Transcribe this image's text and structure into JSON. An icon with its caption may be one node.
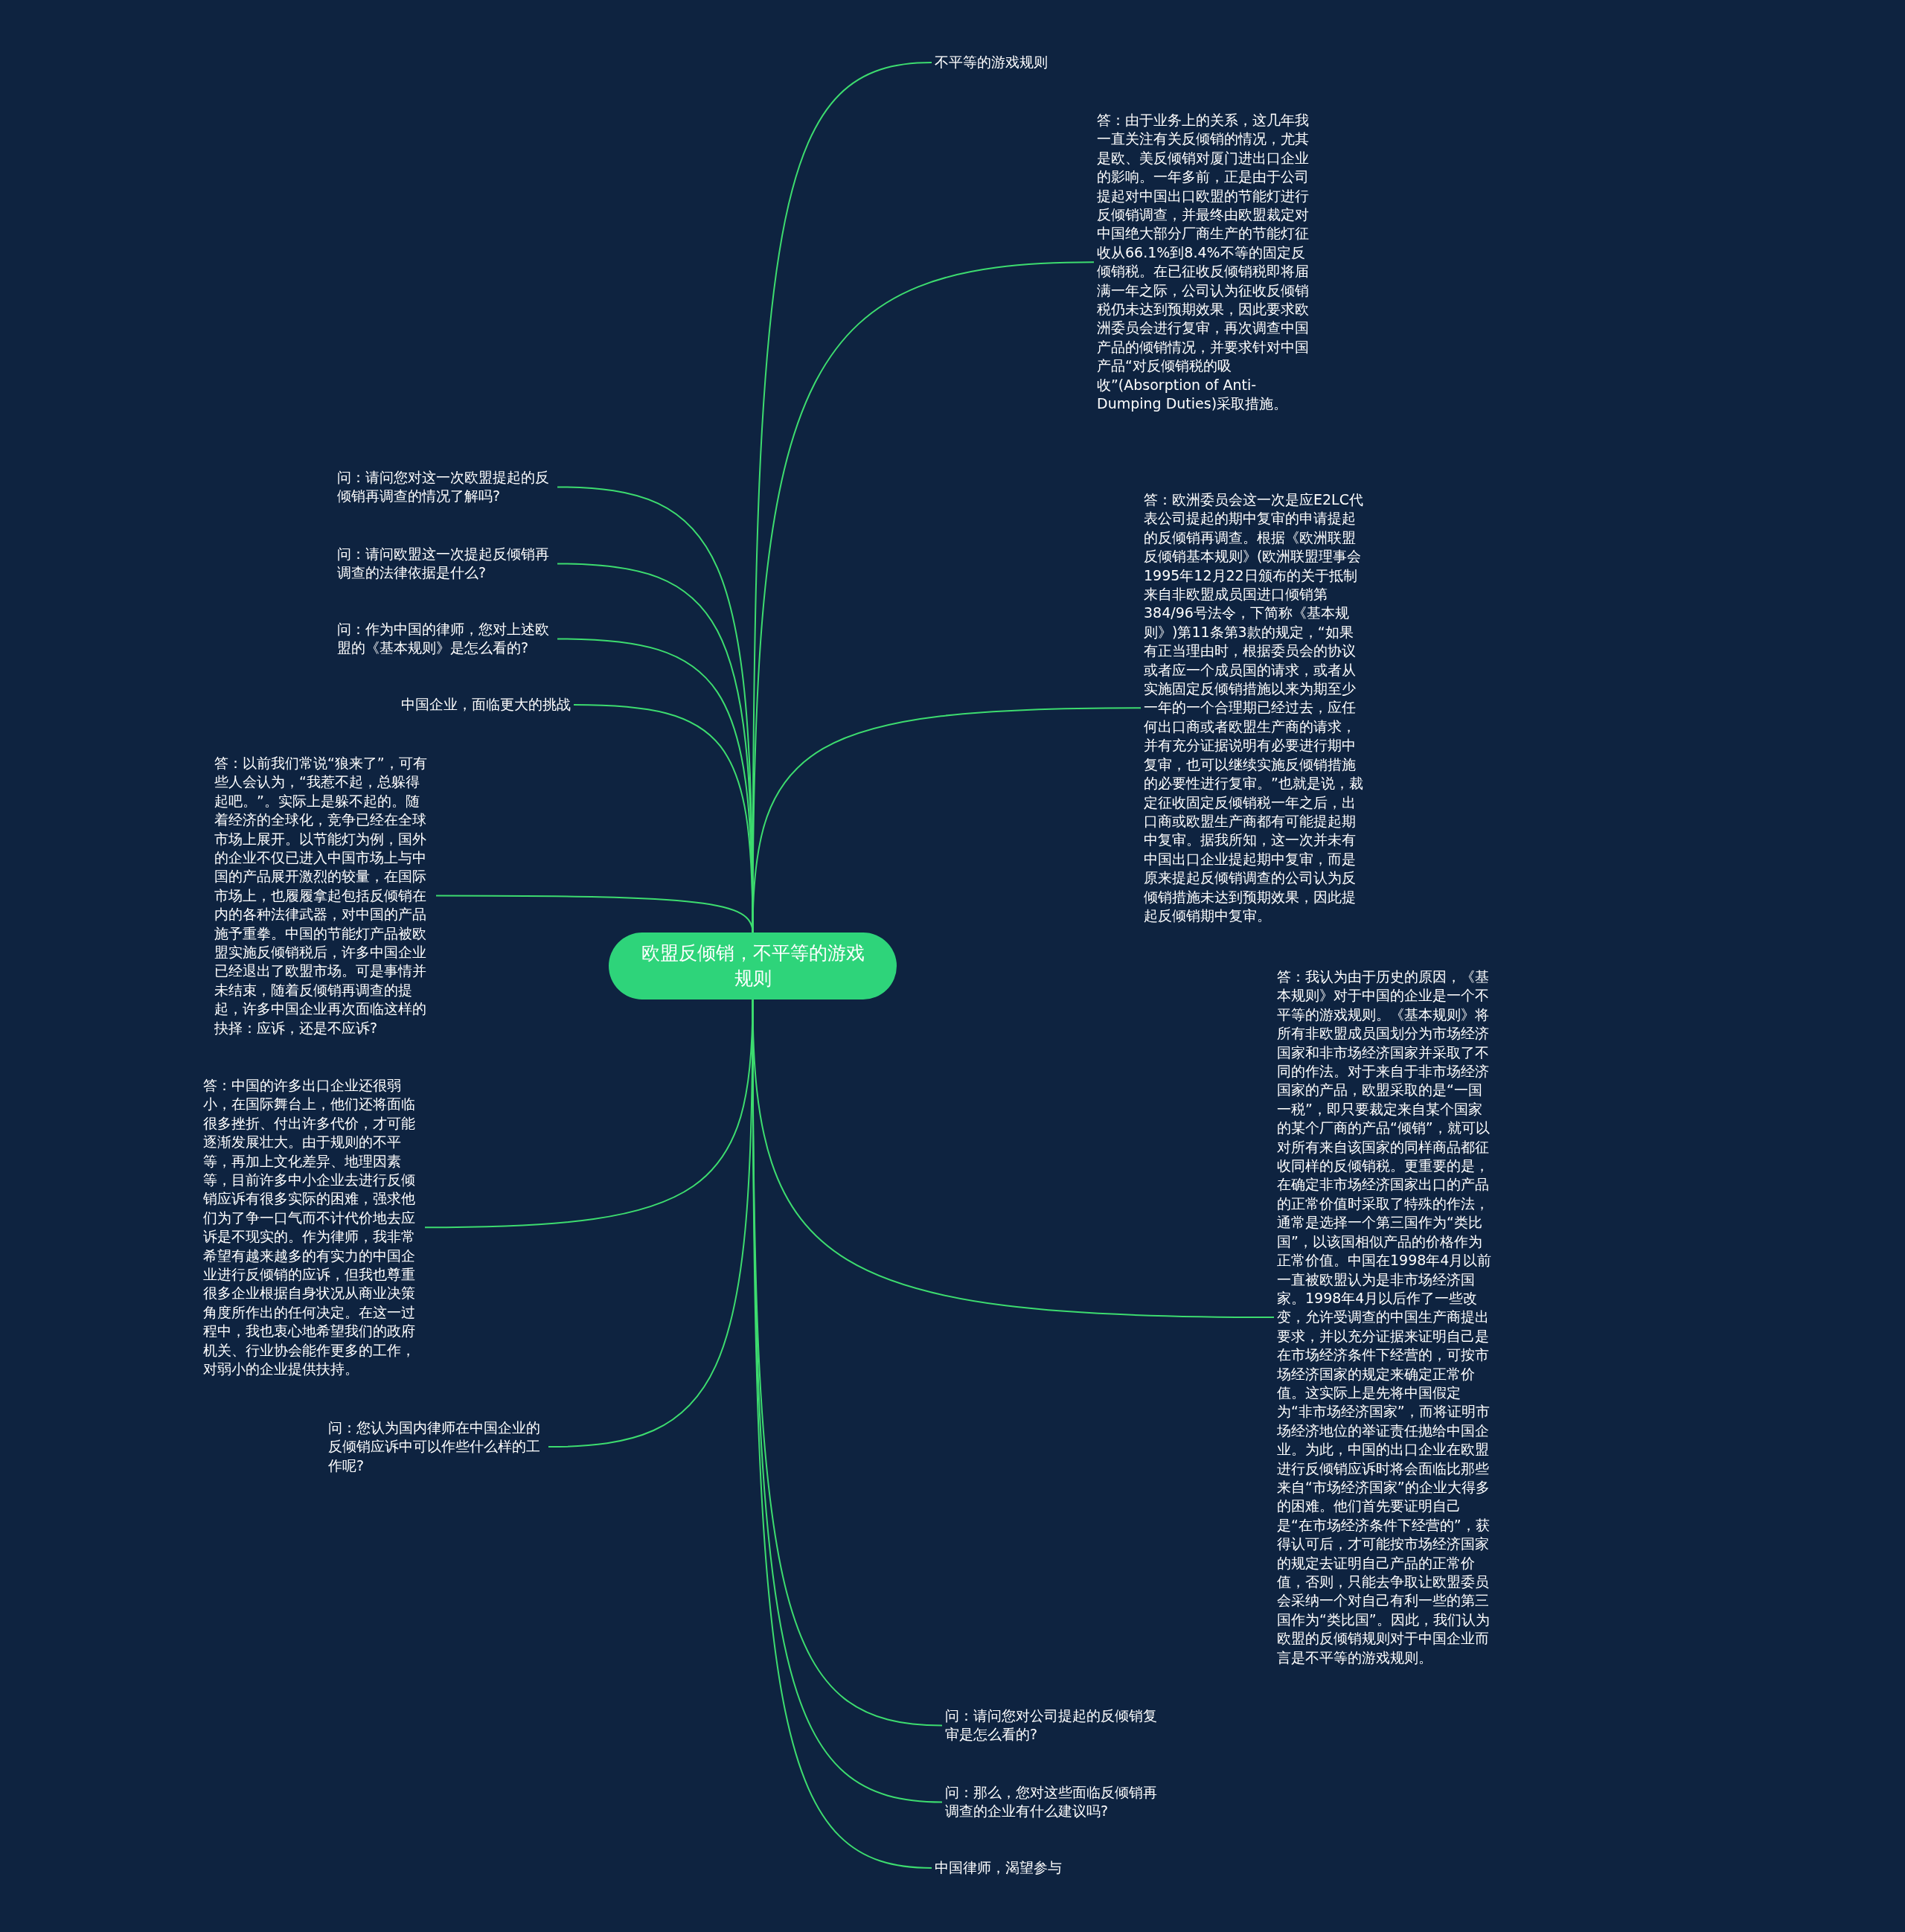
{
  "diagram": {
    "nodes": [
      {
        "text": [
          "欧盟反倾销，不平等的游戏规则"
        ]
      },
      {
        "text": [
          "不平等的游戏规则"
        ]
      },
      {
        "text": [
          "答：由于业务上的关系，这几年我一直关注有关反倾销的情况，尤其是欧、美反倾销对厦门进出口企业的影响。一年多前，正是由于公司提起对中国出口欧盟的节能灯进行反倾销调查，并最终由欧盟裁定对中国绝大部分厂商生产的节能灯征收从66.1%到8.4%不等的固定反倾销税。在已征收反倾销税即将届满一年之际，公司认为征收反倾销税仍未达到预期效果，因此要求欧洲委员会进行复审，再次调查中国产品的倾销情况，并要求针对中国产品“对反倾销税的吸收”(Absorption of Anti-Dumping Duties)采取措施。"
        ]
      },
      {
        "text": [
          "答：欧洲委员会这一次是应E2LC代表公司提起的期中复审的申请提起的反倾销再调查。根据《欧洲联盟反倾销基本规则》(欧洲联盟理事会1995年12月22日颁布的关于抵制来自非欧盟成员国进口倾销第384/96号法令，下简称《基本规则》)第11条第3款的规定，“如果有正当理由时，根据委员会的协议或者应一个成员国的请求，或者从实施固定反倾销措施以来为期至少一年的一个合理期已经过去，应任何出口商或者欧盟生产商的请求，并有充分证据说明有必要进行期中复审，也可以继续实施反倾销措施的必要性进行复审。”也就是说，裁定征收固定反倾销税一年之后，出口商或欧盟生产商都有可能提起期中复审。据我所知，这一次并未有中国出口企业提起期中复审，而是原来提起反倾销调查的公司认为反倾销措施未达到预期效果，因此提起反倾销期中复审。"
        ]
      },
      {
        "text": [
          "答：我认为由于历史的原因，《基本规则》对于中国的企业是一个不平等的游戏规则。《基本规则》将所有非欧盟成员国划分为市场经济国家和非市场经济国家并采取了不同的作法。对于来自于非市场经济国家的产品，欧盟采取的是“一国一税”，即只要裁定来自某个国家的某个厂商的产品“倾销”，就可以对所有来自该国家的同样商品都征收同样的反倾销税。更重要的是，在确定非市场经济国家出口的产品的正常价值时采取了特殊的作法，通常是选择一个第三国作为“类比国”，以该国相似产品的价格作为正常价值。中国在1998年4月以前一直被欧盟认为是非市场经济国家。1998年4月以后作了一些改变，允许受调查的中国生产商提出要求，并以充分证据来证明自己是在市场经济条件下经营的，可按市场经济国家的规定来确定正常价值。这实际上是先将中国假定为“非市场经济国家”，而将证明市场经济地位的举证责任抛给中国企业。为此，中国的出口企业在欧盟进行反倾销应诉时将会面临比那些来自“市场经济国家”的企业大得多的困难。他们首先要证明自己是“在市场经济条件下经营的”，获得认可后，才可能按市场经济国家的规定去证明自己产品的正常价值，否则，只能去争取让欧盟委员会采纳一个对自己有利一些的第三国作为“类比国”。因此，我们认为欧盟的反倾销规则对于中国企业而言是不平等的游戏规则。"
        ]
      },
      {
        "text": [
          "问：请问您对公司提起的反倾销复审是怎么看的?"
        ]
      },
      {
        "text": [
          "问：那么，您对这些面临反倾销再调查的企业有什么建议吗?"
        ]
      },
      {
        "text": [
          "中国律师，渴望参与"
        ]
      },
      {
        "text": [
          "问：请问您对这一次欧盟提起的反倾销再调查的情况了解吗?"
        ]
      },
      {
        "text": [
          "问：请问欧盟这一次提起反倾销再调查的法律依据是什么?"
        ]
      },
      {
        "text": [
          "问：作为中国的律师，您对上述欧盟的《基本规则》是怎么看的?"
        ]
      },
      {
        "text": [
          "中国企业，面临更大的挑战"
        ]
      },
      {
        "text": [
          "答：以前我们常说“狼来了”，可有些人会认为，“我惹不起，总躲得起吧。”。实际上是躲不起的。随着经济的全球化，竞争已经在全球市场上展开。以节能灯为例，国外的企业不仅已进入中国市场上与中国的产品展开激烈的较量，在国际市场上，也履履拿起包括反倾销在内的各种法律武器，对中国的产品施予重拳。中国的节能灯产品被欧盟实施反倾销税后，许多中国企业已经退出了欧盟市场。可是事情并未结束，随着反倾销再调查的提起，许多中国企业再次面临这样的抉择：应诉，还是不应诉?"
        ]
      },
      {
        "text": [
          "答：中国的许多出口企业还很弱小，在国际舞台上，他们还将面临很多挫折、付出许多代价，才可能逐渐发展壮大。由于规则的不平等，再加上文化差异、地理因素等，目前许多中小企业去进行反倾销应诉有很多实际的困难，强求他们为了争一口气而不计代价地去应诉是不现实的。作为律师，我非常希望有越来越多的有实力的中国企业进行反倾销的应诉，但我也尊重很多企业根据自身状况从商业决策角度所作出的任何决定。在这一过程中，我也衷心地希望我们的政府机关、行业协会能作更多的工作，对弱小的企业提供扶持。"
        ]
      },
      {
        "text": [
          "问：您认为国内律师在中国企业的反倾销应诉中可以作些什么样的工作呢?"
        ]
      }
    ],
    "edges": [
      {
        "from": 0,
        "to": 1,
        "arrow": "none"
      },
      {
        "from": 0,
        "to": 2,
        "arrow": "none"
      },
      {
        "from": 0,
        "to": 3,
        "arrow": "none"
      },
      {
        "from": 0,
        "to": 4,
        "arrow": "none"
      },
      {
        "from": 0,
        "to": 5,
        "arrow": "none"
      },
      {
        "from": 0,
        "to": 6,
        "arrow": "none"
      },
      {
        "from": 0,
        "to": 7,
        "arrow": "none"
      },
      {
        "from": 0,
        "to": 8,
        "arrow": "none"
      },
      {
        "from": 0,
        "to": 9,
        "arrow": "none"
      },
      {
        "from": 0,
        "to": 10,
        "arrow": "none"
      },
      {
        "from": 0,
        "to": 11,
        "arrow": "none"
      },
      {
        "from": 0,
        "to": 12,
        "arrow": "none"
      },
      {
        "from": 0,
        "to": 13,
        "arrow": "none"
      },
      {
        "from": 0,
        "to": 14,
        "arrow": "none"
      }
    ]
  }
}
